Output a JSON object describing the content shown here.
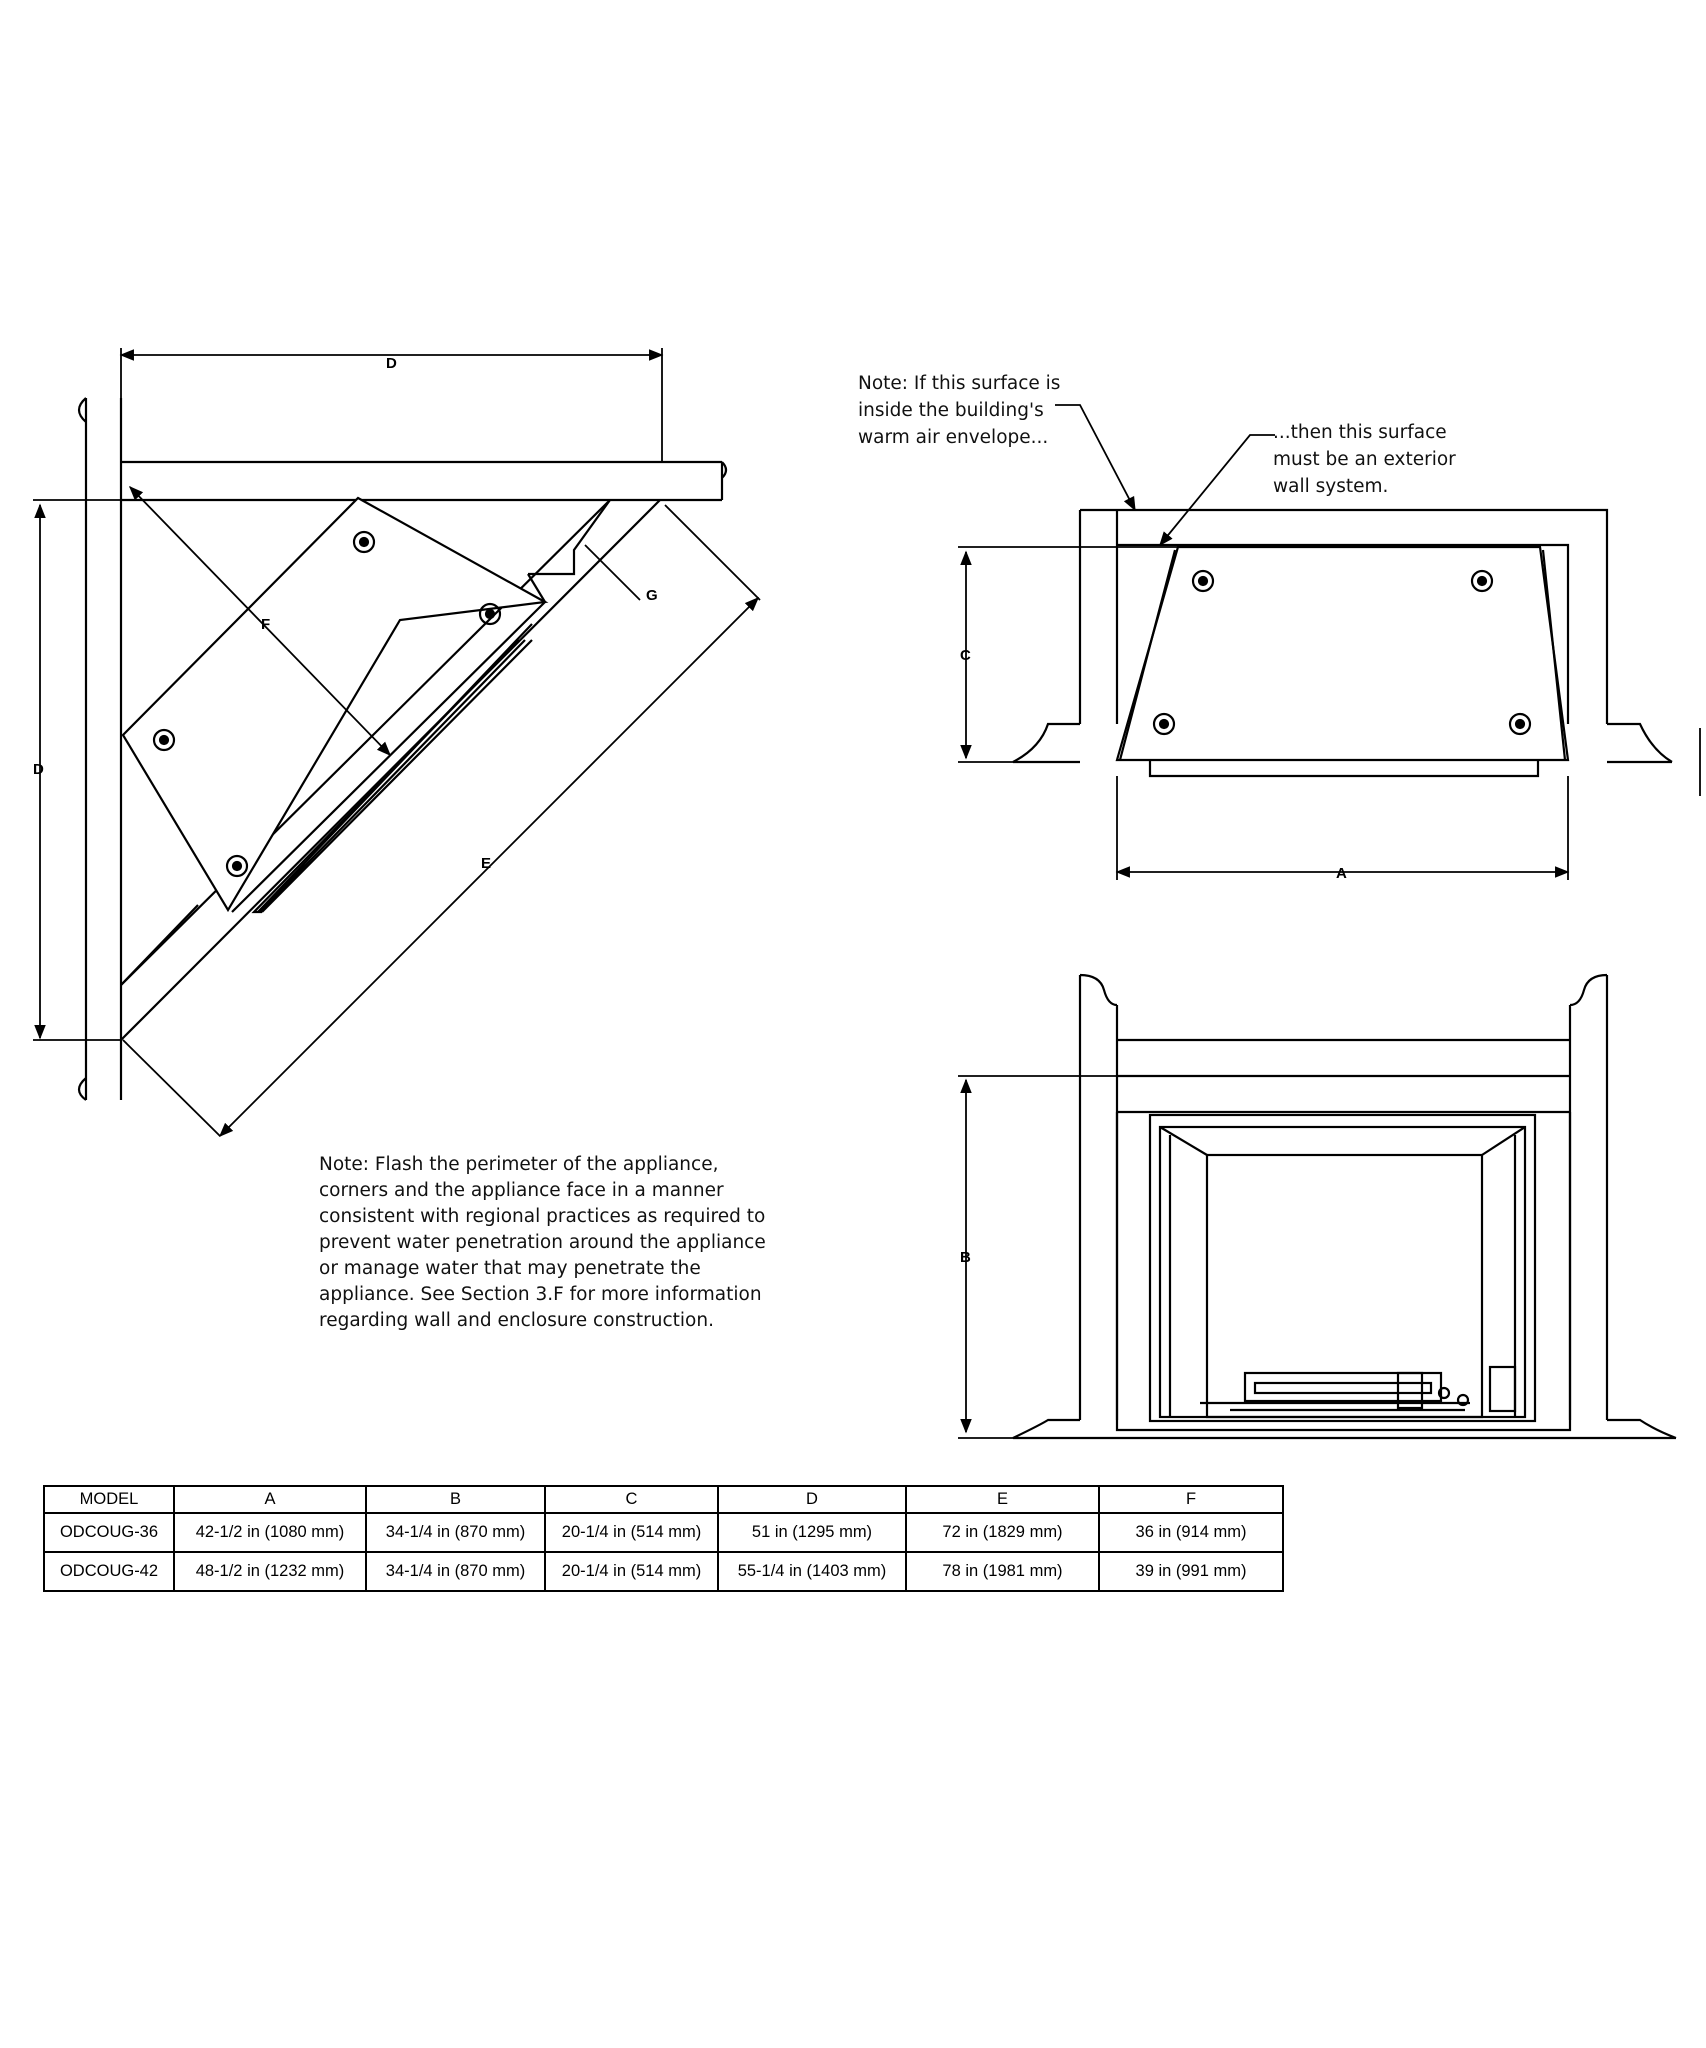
{
  "labels": {
    "d_top": "D",
    "d_left": "D",
    "e": "E",
    "f": "F",
    "g": "G",
    "c": "C",
    "a": "A",
    "b": "B"
  },
  "notes": {
    "warm_air": [
      "Note:  If this surface is",
      "inside the building's",
      "warm air envelope..."
    ],
    "exterior": [
      "...then this surface",
      "must be an exterior",
      "wall system."
    ],
    "flash": [
      "Note:  Flash the perimeter of the appliance,",
      "corners and the appliance face in a manner",
      "consistent with regional practices as required to",
      "prevent water penetration around the appliance",
      "or manage water that may penetrate the",
      "appliance.  See Section 3.F for more information",
      "regarding wall and enclosure construction."
    ]
  },
  "table": {
    "headers": [
      "MODEL",
      "A",
      "B",
      "C",
      "D",
      "E",
      "F"
    ],
    "rows": [
      [
        "ODCOUG-36",
        "42-1/2 in (1080 mm)",
        "34-1/4 in (870 mm)",
        "20-1/4 in (514 mm)",
        "51 in (1295 mm)",
        "72 in (1829 mm)",
        "36 in (914 mm)"
      ],
      [
        "ODCOUG-42",
        "48-1/2 in (1232 mm)",
        "34-1/4 in (870 mm)",
        "20-1/4 in (514 mm)",
        "55-1/4 in (1403 mm)",
        "78 in (1981 mm)",
        "39 in (991 mm)"
      ]
    ]
  }
}
